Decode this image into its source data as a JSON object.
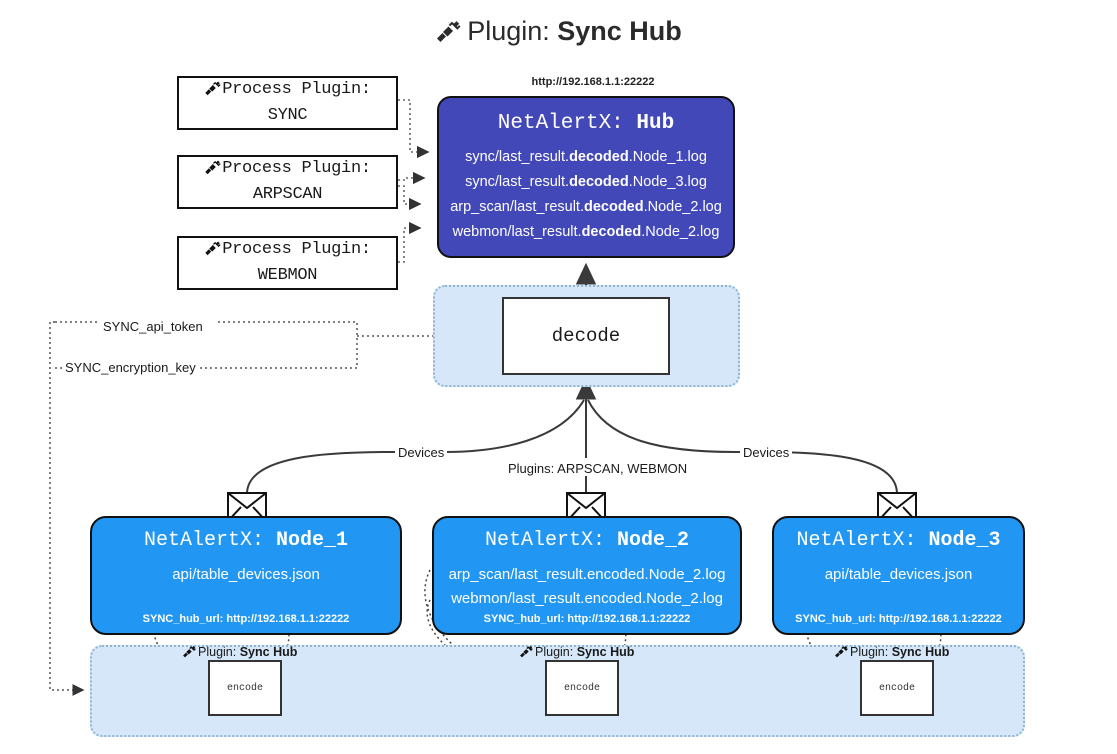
{
  "title": {
    "prefix": "Plugin:",
    "name": "Sync Hub",
    "icon": "plug-icon"
  },
  "process_plugins": [
    {
      "label": "Process Plugin:",
      "name": "SYNC",
      "icon": "plug-icon"
    },
    {
      "label": "Process Plugin:",
      "name": "ARPSCAN",
      "icon": "plug-icon"
    },
    {
      "label": "Process Plugin:",
      "name": "WEBMON",
      "icon": "plug-icon"
    }
  ],
  "hub": {
    "url": "http://192.168.1.1:22222",
    "title_prefix": "NetAlertX:",
    "title_name": "Hub",
    "logs": [
      {
        "pre": "sync/last_result.",
        "em": "decoded",
        "post": ".Node_1.log"
      },
      {
        "pre": "sync/last_result.",
        "em": "decoded",
        "post": ".Node_3.log"
      },
      {
        "pre": "arp_scan/last_result.",
        "em": "decoded",
        "post": ".Node_2.log"
      },
      {
        "pre": "webmon/last_result.",
        "em": "decoded",
        "post": ".Node_2.log"
      }
    ],
    "color": "#4248b8"
  },
  "decode": {
    "label": "decode",
    "zone_color": "#d5e7f8"
  },
  "edge_labels": {
    "devices_left": "Devices",
    "devices_right": "Devices",
    "plugins": "Plugins: ARPSCAN, WEBMON",
    "api_token": "SYNC_api_token",
    "encryption_key": "SYNC_encryption_key"
  },
  "nodes": [
    {
      "title_prefix": "NetAlertX:",
      "title_name": "Node_1",
      "lines": [
        {
          "pre": "api/table_devices.json",
          "em": "",
          "post": ""
        }
      ],
      "hub_url": "SYNC_hub_url: http://192.168.1.1:22222",
      "color": "#2196f3",
      "envelope_icon": "envelope-icon"
    },
    {
      "title_prefix": "NetAlertX:",
      "title_name": "Node_2",
      "lines": [
        {
          "pre": "arp_scan/last_result.encoded.Node_2.log",
          "em": "",
          "post": ""
        },
        {
          "pre": "webmon/last_result.encoded.Node_2.log",
          "em": "",
          "post": ""
        }
      ],
      "hub_url": "SYNC_hub_url: http://192.168.1.1:22222",
      "color": "#2196f3",
      "envelope_icon": "envelope-icon"
    },
    {
      "title_prefix": "NetAlertX:",
      "title_name": "Node_3",
      "lines": [
        {
          "pre": "api/table_devices.json",
          "em": "",
          "post": ""
        }
      ],
      "hub_url": "SYNC_hub_url: http://192.168.1.1:22222",
      "color": "#2196f3",
      "envelope_icon": "envelope-icon"
    }
  ],
  "encoders": [
    {
      "plugin_prefix": "Plugin:",
      "plugin_name": "Sync Hub",
      "label": "encode",
      "icon": "plug-icon"
    },
    {
      "plugin_prefix": "Plugin:",
      "plugin_name": "Sync Hub",
      "label": "encode",
      "icon": "plug-icon"
    },
    {
      "plugin_prefix": "Plugin:",
      "plugin_name": "Sync Hub",
      "label": "encode",
      "icon": "plug-icon"
    }
  ]
}
